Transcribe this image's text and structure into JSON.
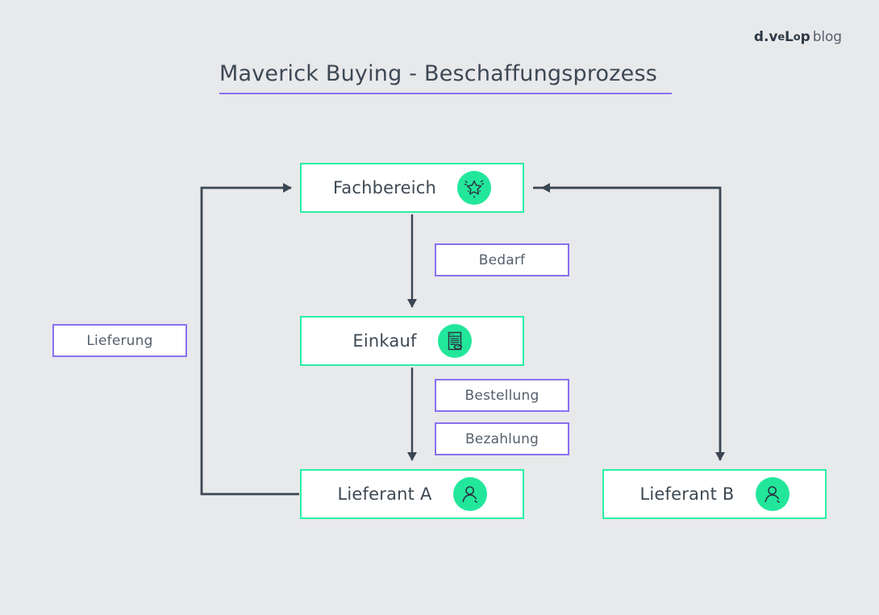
{
  "brand": {
    "mark_prefix": "d.v",
    "mark_small": "e",
    "mark_mid": "L",
    "mark_small2": "o",
    "mark_suffix": "p",
    "full_mark": "d.veLop",
    "word": "blog"
  },
  "title": "Maverick Buying - Beschaffungsprozess",
  "colors": {
    "background": "#E8E9EB",
    "node_border": "#2BEFA3",
    "badge_fill": "#22E79B",
    "label_border": "#8B6FF0",
    "text": "#3D4854",
    "connector": "#3B4653",
    "title_underline": "#8B6FF0"
  },
  "diagram": {
    "type": "flowchart",
    "nodes": [
      {
        "id": "fachbereich",
        "label": "Fachbereich",
        "icon": "star-sparkle-icon"
      },
      {
        "id": "einkauf",
        "label": "Einkauf",
        "icon": "contract-sign-icon"
      },
      {
        "id": "lieferant_a",
        "label": "Lieferant A",
        "icon": "user-icon"
      },
      {
        "id": "lieferant_b",
        "label": "Lieferant B",
        "icon": "user-icon"
      }
    ],
    "flow_labels": [
      {
        "id": "bedarf",
        "label": "Bedarf"
      },
      {
        "id": "bestellung",
        "label": "Bestellung"
      },
      {
        "id": "bezahlung",
        "label": "Bezahlung"
      },
      {
        "id": "lieferung",
        "label": "Lieferung"
      }
    ],
    "edges": [
      {
        "from": "fachbereich",
        "to": "einkauf",
        "label": "Bedarf"
      },
      {
        "from": "einkauf",
        "to": "lieferant_a",
        "label": "Bestellung / Bezahlung"
      },
      {
        "from": "lieferant_a",
        "to": "fachbereich",
        "label": "Lieferung"
      },
      {
        "from": "fachbereich",
        "to": "lieferant_b",
        "label": ""
      }
    ]
  }
}
